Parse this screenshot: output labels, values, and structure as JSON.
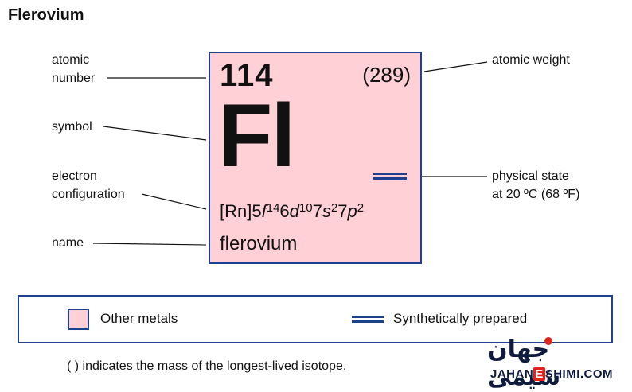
{
  "title": "Flerovium",
  "labels": {
    "atomic_number_1": "atomic",
    "atomic_number_2": "number",
    "symbol": "symbol",
    "electron_config_1": "electron",
    "electron_config_2": "configuration",
    "name": "name",
    "atomic_weight": "atomic weight",
    "physical_state_1": "physical state",
    "physical_state_2": "at 20 ºC (68 ºF)"
  },
  "element": {
    "atomic_number": "114",
    "atomic_weight": "(289)",
    "symbol": "Fl",
    "config": {
      "core": "[Rn]",
      "n1": "5",
      "o1": "f",
      "e1": "14",
      "n2": "6",
      "o2": "d",
      "e2": "10",
      "n3": "7",
      "o3": "s",
      "e3": "2",
      "n4": "7",
      "o4": "p",
      "e4": "2"
    },
    "name": "flerovium"
  },
  "legend": {
    "category": "Other metals",
    "state": "Synthetically prepared"
  },
  "footnote": "( ) indicates the mass of the longest-lived isotope.",
  "logo": {
    "persian": "جهان شیمی",
    "english_prefix": "JAHAN",
    "english_e": "E",
    "english_suffix": "SHIMI.COM"
  },
  "colors": {
    "card_fill": "#ffd0d6",
    "border_blue": "#1f3f8f"
  }
}
